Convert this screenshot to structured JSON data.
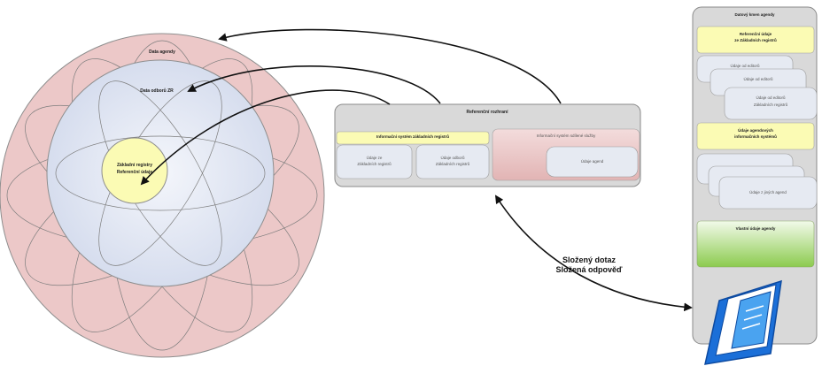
{
  "circles": {
    "outer_label": "Data agendy",
    "middle_label": "Data odborů ZR",
    "inner_label_line1": "Základní registry",
    "inner_label_line2": "Referenční údaje"
  },
  "center_panel": {
    "title": "Referenční rozhraní",
    "left_header": "Informační systém základních registrů",
    "left_item1_line1": "Údaje ze",
    "left_item1_line2": "Základních registrů",
    "left_item2_line1": "Údaje odborů",
    "left_item2_line2": "Základních registrů",
    "right_header": "Informační systém sdílené služby",
    "right_item": "Údaje agend"
  },
  "query": {
    "line1": "Složený dotaz",
    "line2": "Složená odpověď"
  },
  "right_panel": {
    "title": "Datový kmen agendy",
    "ref_header_line1": "Referenční údaje",
    "ref_header_line2": "ze Základních registrů",
    "stack1_a": "Údaje od editorů",
    "stack1_b": "Údaje od editorů",
    "stack1_c_line1": "Údaje od editorů",
    "stack1_c_line2": "Základních registrů",
    "agenda_header_line1": "Údaje agendových",
    "agenda_header_line2": "informačních systémů",
    "stack2_c": "Údaje z jiných agend",
    "own_header": "Vlastní údaje agendy"
  },
  "colors": {
    "outer_fill": "#ecc8c8",
    "middle_fill": "#dde3f0",
    "inner_fill": "#fbfbb4",
    "panel_fill": "#d9d9d9",
    "pink_fill": "#ecc2c2",
    "green_fill": "#9ed468",
    "icon_blue": "#1b6fd8"
  },
  "icons": [
    "book-icon"
  ]
}
